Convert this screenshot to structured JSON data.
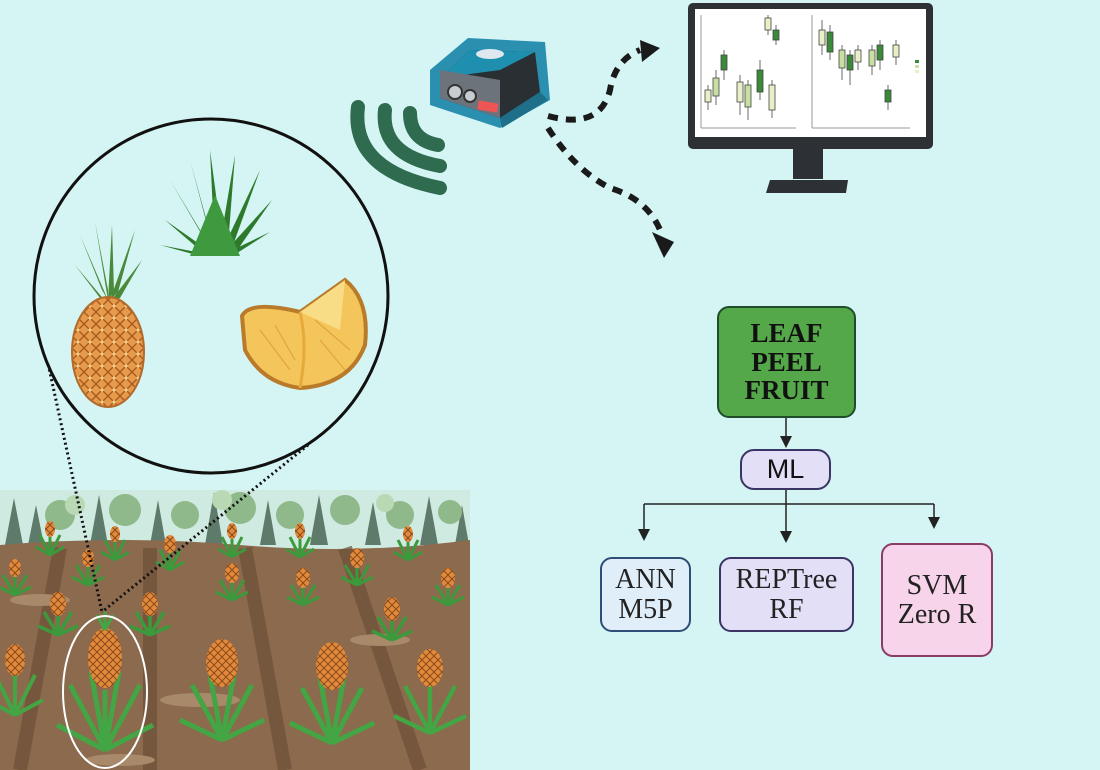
{
  "diagram": {
    "top_box": {
      "lines": "LEAF\nPEEL\nFRUIT"
    },
    "middle_box": {
      "label": "ML"
    },
    "model_boxes": [
      {
        "lines": "ANN\nM5P"
      },
      {
        "lines": "REPTree\nRF"
      },
      {
        "lines": "SVM\nZero R"
      }
    ]
  },
  "colors": {
    "background": "#d4f5f3",
    "top_box_fill": "#55a849",
    "ml_box_fill": "#e2dff7",
    "box1_fill": "#e0eef9",
    "box2_fill": "#e2dff7",
    "box3_fill": "#f7d4ea",
    "wifi_signal": "#2e6b4f",
    "soil": "#8b6a4e"
  },
  "icons": [
    "pineapple-icon",
    "pineapple-crown-icon",
    "pineapple-slice-icon",
    "spectrometer-icon",
    "wireless-signal-icon",
    "monitor-icon",
    "boxplot-chart-icon",
    "pineapple-field-icon"
  ]
}
